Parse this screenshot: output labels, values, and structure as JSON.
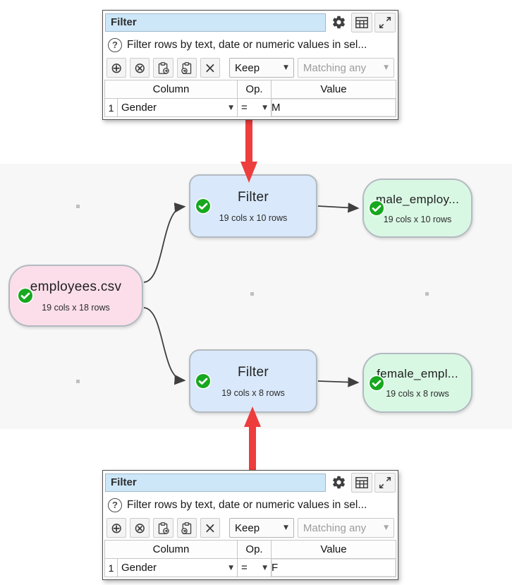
{
  "colors": {
    "canvas_bg": "#f7f7f7",
    "node_blue": "#d9e8fa",
    "node_pink": "#fbdeea",
    "node_green": "#d9f8e4",
    "check_green": "#17a81f",
    "arrow_red": "#ee3d3d",
    "connector_gray": "#3f3f3f",
    "title_field_blue": "#cde7f9"
  },
  "icons": {
    "help": "?",
    "plus_circle": "⊕",
    "cancel_circle": "⊗",
    "delete_cross": "×",
    "caret_down": "▼"
  },
  "panels": {
    "top": {
      "title": "Filter",
      "help_text": "Filter rows by text, date or numeric values in sel...",
      "toolbar": {
        "keep_label": "Keep",
        "matching_label": "Matching any"
      },
      "table": {
        "headers": [
          "Column",
          "Op.",
          "Value"
        ],
        "rows": [
          {
            "num": "1",
            "column": "Gender",
            "op": "=",
            "value": "M"
          }
        ]
      }
    },
    "bottom": {
      "title": "Filter",
      "help_text": "Filter rows by text, date or numeric values in sel...",
      "toolbar": {
        "keep_label": "Keep",
        "matching_label": "Matching any"
      },
      "table": {
        "headers": [
          "Column",
          "Op.",
          "Value"
        ],
        "rows": [
          {
            "num": "1",
            "column": "Gender",
            "op": "=",
            "value": "F"
          }
        ]
      }
    }
  },
  "canvas": {
    "nodes": [
      {
        "id": "employees-csv",
        "title": "employees.csv",
        "subtitle": "19 cols x 18 rows",
        "status": "ok"
      },
      {
        "id": "filter-top",
        "title": "Filter",
        "subtitle": "19 cols x 10 rows",
        "status": "ok"
      },
      {
        "id": "male-output",
        "title": "male_employ...",
        "subtitle": "19 cols x 10 rows",
        "status": "ok"
      },
      {
        "id": "filter-bottom",
        "title": "Filter",
        "subtitle": "19 cols x 8 rows",
        "status": "ok"
      },
      {
        "id": "female-output",
        "title": "female_empl...",
        "subtitle": "19 cols x 8 rows",
        "status": "ok"
      }
    ]
  }
}
